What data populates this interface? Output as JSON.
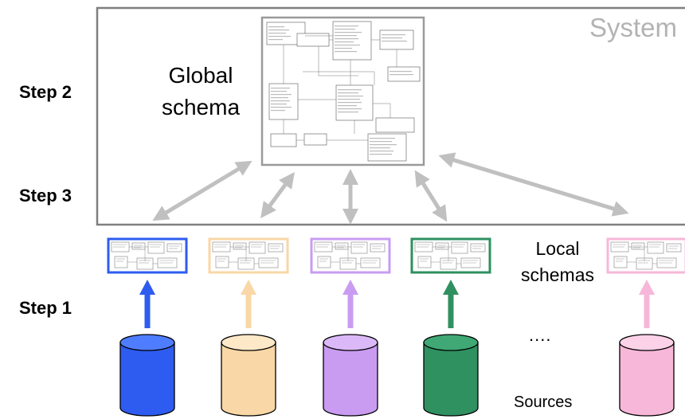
{
  "labels": {
    "step2": "Step 2",
    "step3": "Step 3",
    "step1": "Step 1",
    "system": "System",
    "global_schema_line1": "Global",
    "global_schema_line2": "schema",
    "local_schemas_line1": "Local",
    "local_schemas_line2": "schemas",
    "ellipsis": "....",
    "sources": "Sources"
  },
  "colors": {
    "system_border": "#7f7f7f",
    "connector_arrow": "#c0c0c0",
    "source_blue": "#2e5cf0",
    "source_tan": "#f9d7a6",
    "source_purple": "#c99cf2",
    "source_green": "#2f9060",
    "source_pink": "#f7b7d8"
  },
  "sources": [
    {
      "name": "blue",
      "color": "#2e5cf0",
      "light": "#4f7dff",
      "dark": "#1d3fae"
    },
    {
      "name": "tan",
      "color": "#f9d7a6",
      "light": "#fde8c8",
      "dark": "#d9b27a"
    },
    {
      "name": "purple",
      "color": "#c99cf2",
      "light": "#dbb9f8",
      "dark": "#a374d2"
    },
    {
      "name": "green",
      "color": "#2f9060",
      "light": "#3fa874",
      "dark": "#1f6c46"
    },
    {
      "name": "pink",
      "color": "#f7b7d8",
      "light": "#fbd2e7",
      "dark": "#d98db4"
    }
  ]
}
